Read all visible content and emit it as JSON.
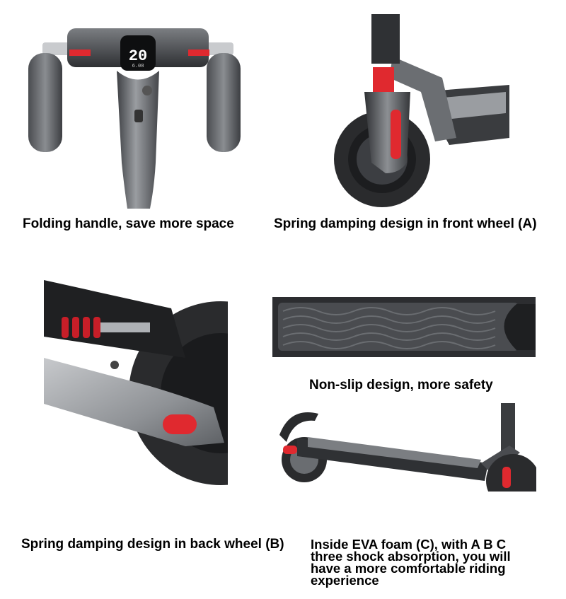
{
  "captions": {
    "folding_handle": "Folding handle, save more space",
    "front_wheel": "Spring damping design in front wheel (A)",
    "non_slip": "Non-slip design, more safety",
    "back_wheel": "Spring damping design in back wheel (B)",
    "eva_foam": "Inside EVA foam (C), with A B C three shock absorption, you will have a more comfortable riding experience"
  },
  "display": {
    "speed": "20",
    "sub": "6.08"
  },
  "colors": {
    "accent_red": "#e0292f",
    "metal_dark": "#3a3c3f",
    "metal_mid": "#6b6e72",
    "metal_light": "#b8bbbf",
    "tire": "#2a2b2d"
  }
}
